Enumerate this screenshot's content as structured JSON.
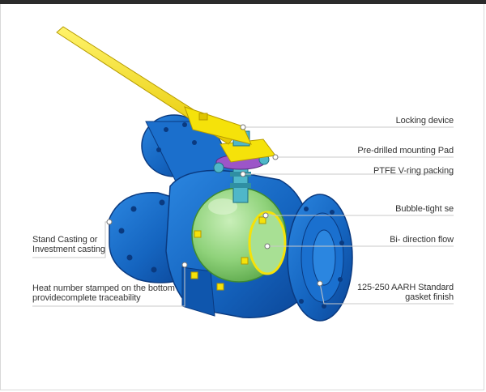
{
  "labels": {
    "locking_device": "Locking device",
    "mounting_pad": "Pre-drilled mounting Pad",
    "ptfe_packing": "PTFE V-ring packing",
    "bubble_tight": "Bubble-tight se",
    "bi_direction": "Bi- direction flow",
    "gasket_line1": "125-250 AARH Standard",
    "gasket_line2": "gasket finish",
    "casting_line1": "Stand Casting or",
    "casting_line2": "Investment casting",
    "heat_line1": "Heat number stamped on the bottom",
    "heat_line2": "providecomplete traceability"
  },
  "colors": {
    "body_blue": "#1565c0",
    "body_dark": "#0d3f8a",
    "ball_green": "#8fd27a",
    "handle_yellow": "#f5e20a",
    "stem_teal": "#4fb7c9",
    "pad_purple": "#9c55c8",
    "leader_grey": "#c9c9c9"
  }
}
